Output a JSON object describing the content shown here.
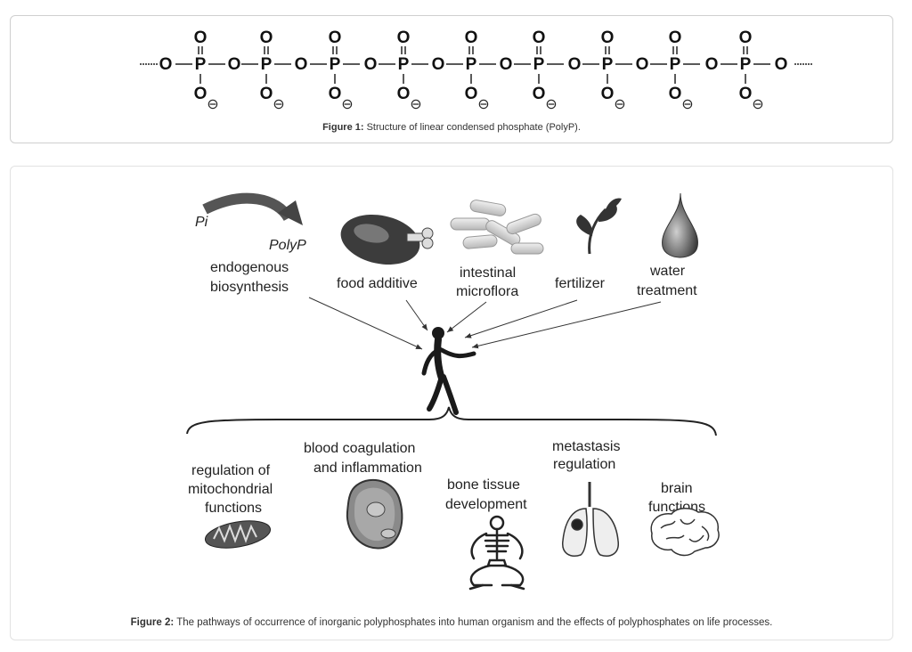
{
  "figure1": {
    "caption_label": "Figure 1:",
    "caption_text": " Structure of linear condensed phosphate (PolyP).",
    "atom_O": "O",
    "atom_P": "P",
    "charge": "⊖"
  },
  "figure2": {
    "caption_label": "Figure 2:",
    "caption_text": " The pathways of occurrence of inorganic polyphosphates into human organism and the effects of polyphosphates on life processes.",
    "pi": "Pi",
    "polyp": "PolyP",
    "sources": {
      "endogenous_1": "endogenous",
      "endogenous_2": "biosynthesis",
      "food": "food additive",
      "intestinal_1": "intestinal",
      "intestinal_2": "microflora",
      "fertilizer": "fertilizer",
      "water_1": "water",
      "water_2": "treatment"
    },
    "effects": {
      "mito_1": "regulation of",
      "mito_2": "mitochondrial",
      "mito_3": "functions",
      "blood_1": "blood coagulation",
      "blood_2": "and inflammation",
      "bone_1": "bone tissue",
      "bone_2": "development",
      "meta_1": "metastasis",
      "meta_2": "regulation",
      "brain_1": "brain",
      "brain_2": "functions"
    },
    "icons": [
      "curved-arrow-icon",
      "chicken-leg-icon",
      "bacteria-icon",
      "plant-sprout-icon",
      "water-drop-icon",
      "human-figure-icon",
      "mitochondrion-icon",
      "cell-icon",
      "skeleton-icon",
      "lungs-icon",
      "brain-icon"
    ]
  }
}
